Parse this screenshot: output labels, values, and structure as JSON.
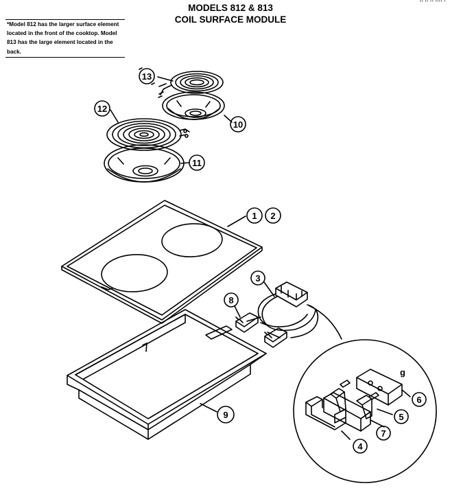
{
  "header": {
    "title_line1": "MODELS 812 & 813",
    "title_line2": "COIL SURFACE MODULE",
    "corner_text": "·· ·· ·· ···· ·"
  },
  "note": {
    "text": "*Model 812 has the larger surface element located in the front of the cooktop.  Model 813 has the large element located in the back."
  },
  "callouts": [
    {
      "id": "13",
      "label": "13"
    },
    {
      "id": "12",
      "label": "12"
    },
    {
      "id": "10",
      "label": "10"
    },
    {
      "id": "11",
      "label": "11"
    },
    {
      "id": "1",
      "label": "1"
    },
    {
      "id": "2",
      "label": "2"
    },
    {
      "id": "3",
      "label": "3"
    },
    {
      "id": "8",
      "label": "8"
    },
    {
      "id": "9",
      "label": "9"
    },
    {
      "id": "6",
      "label": "6"
    },
    {
      "id": "5",
      "label": "5"
    },
    {
      "id": "7",
      "label": "7"
    },
    {
      "id": "4",
      "label": "4"
    }
  ],
  "detail_mark": "g"
}
